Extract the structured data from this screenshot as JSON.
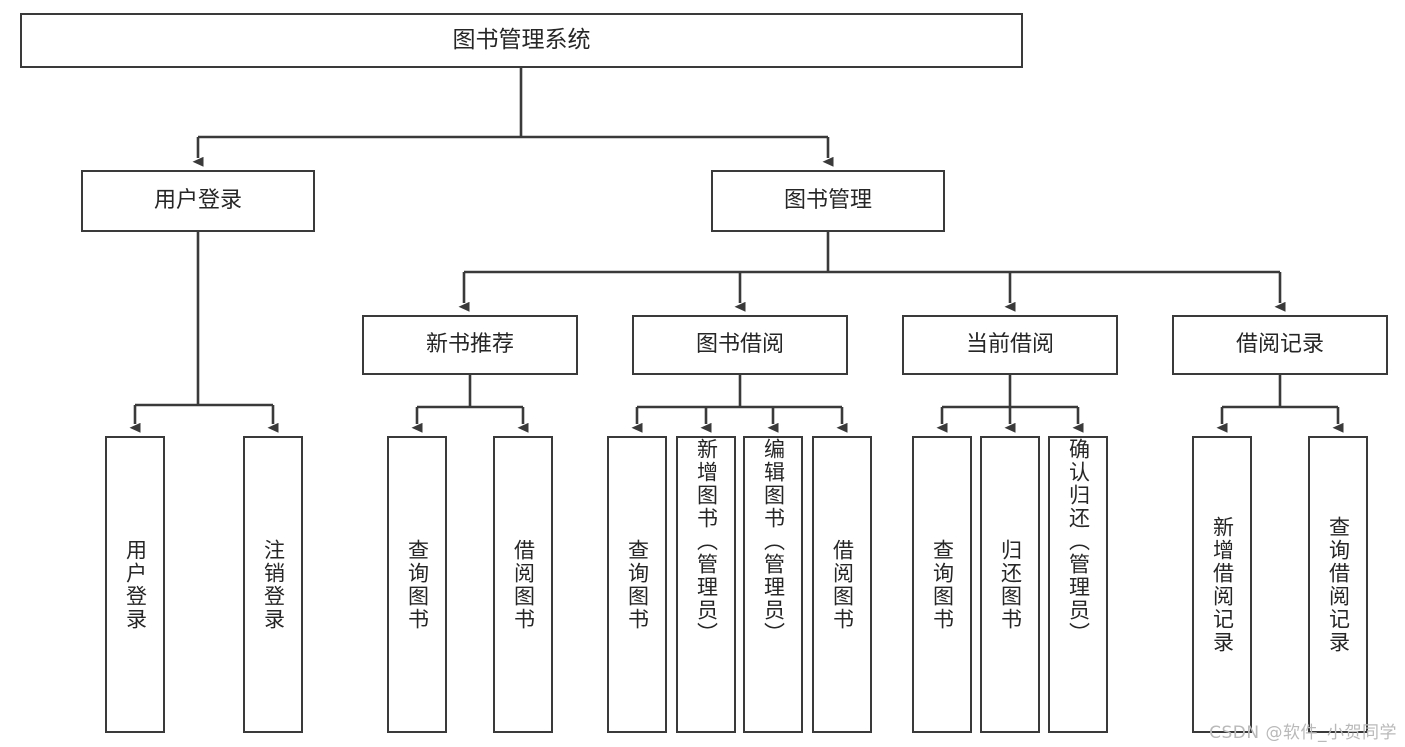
{
  "diagram": {
    "title": "图书管理系统",
    "type": "hierarchy-tree",
    "levels": 4,
    "root": {
      "id": "root",
      "label": "图书管理系统"
    },
    "nodes": [
      {
        "id": "root",
        "label": "图书管理系统",
        "level": 0,
        "orientation": "horizontal",
        "parent": null
      },
      {
        "id": "l1-login",
        "label": "用户登录",
        "level": 1,
        "orientation": "horizontal",
        "parent": "root"
      },
      {
        "id": "l1-book",
        "label": "图书管理",
        "level": 1,
        "orientation": "horizontal",
        "parent": "root"
      },
      {
        "id": "l2-newbook",
        "label": "新书推荐",
        "level": 2,
        "orientation": "horizontal",
        "parent": "l1-book"
      },
      {
        "id": "l2-borrow",
        "label": "图书借阅",
        "level": 2,
        "orientation": "horizontal",
        "parent": "l1-book"
      },
      {
        "id": "l2-current",
        "label": "当前借阅",
        "level": 2,
        "orientation": "horizontal",
        "parent": "l1-book"
      },
      {
        "id": "l2-record",
        "label": "借阅记录",
        "level": 2,
        "orientation": "horizontal",
        "parent": "l1-book"
      },
      {
        "id": "l3-a1",
        "label": "用户登录",
        "level": 3,
        "orientation": "vertical",
        "parent": "l1-login"
      },
      {
        "id": "l3-a2",
        "label": "注销登录",
        "level": 3,
        "orientation": "vertical",
        "parent": "l1-login"
      },
      {
        "id": "l3-b1",
        "label": "查询图书",
        "level": 3,
        "orientation": "vertical",
        "parent": "l2-newbook"
      },
      {
        "id": "l3-b2",
        "label": "借阅图书",
        "level": 3,
        "orientation": "vertical",
        "parent": "l2-newbook"
      },
      {
        "id": "l3-c1",
        "label": "查询图书",
        "level": 3,
        "orientation": "vertical",
        "parent": "l2-borrow"
      },
      {
        "id": "l3-c2",
        "label": "新增图书（管理员）",
        "level": 3,
        "orientation": "vertical",
        "parent": "l2-borrow"
      },
      {
        "id": "l3-c3",
        "label": "编辑图书（管理员）",
        "level": 3,
        "orientation": "vertical",
        "parent": "l2-borrow"
      },
      {
        "id": "l3-c4",
        "label": "借阅图书",
        "level": 3,
        "orientation": "vertical",
        "parent": "l2-borrow"
      },
      {
        "id": "l3-d1",
        "label": "查询图书",
        "level": 3,
        "orientation": "vertical",
        "parent": "l2-current"
      },
      {
        "id": "l3-d2",
        "label": "归还图书",
        "level": 3,
        "orientation": "vertical",
        "parent": "l2-current"
      },
      {
        "id": "l3-d3",
        "label": "确认归还（管理员）",
        "level": 3,
        "orientation": "vertical",
        "parent": "l2-current"
      },
      {
        "id": "l3-e1",
        "label": "新增借阅记录",
        "level": 3,
        "orientation": "vertical",
        "parent": "l2-record"
      },
      {
        "id": "l3-e2",
        "label": "查询借阅记录",
        "level": 3,
        "orientation": "vertical",
        "parent": "l2-record"
      }
    ],
    "colors": {
      "background": "#ffffff",
      "box_border": "#3a3a3a",
      "box_fill": "#ffffff",
      "text": "#262626",
      "edge": "#3a3a3a",
      "watermark": "#b9b9b9"
    }
  },
  "watermark": {
    "text": "CSDN @软件_小贺同学"
  }
}
